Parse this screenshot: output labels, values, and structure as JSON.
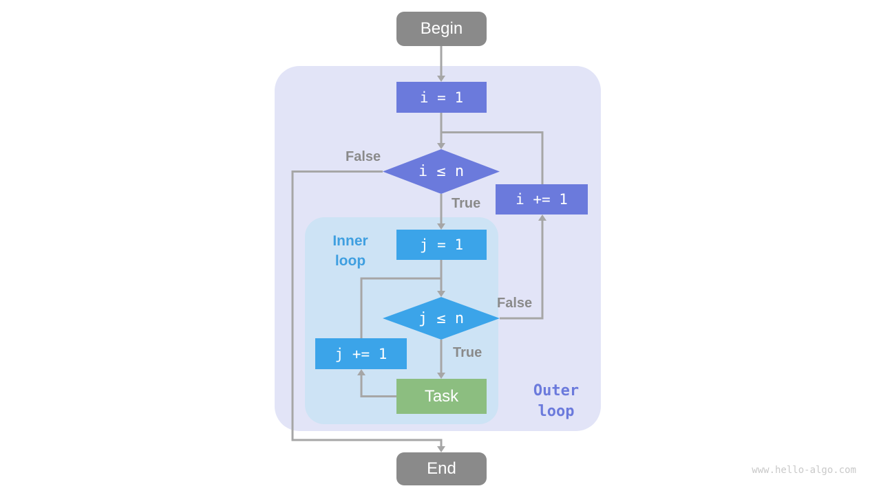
{
  "flowchart": {
    "nodes": {
      "begin": {
        "label": "Begin"
      },
      "init_i": {
        "label": "i = 1"
      },
      "cond_i": {
        "label": "i ≤ n"
      },
      "incr_i": {
        "label": "i += 1"
      },
      "init_j": {
        "label": "j = 1"
      },
      "cond_j": {
        "label": "j ≤ n"
      },
      "incr_j": {
        "label": "j += 1"
      },
      "task": {
        "label": "Task"
      },
      "end": {
        "label": "End"
      }
    },
    "regions": {
      "outer": {
        "label": "Outer loop"
      },
      "inner": {
        "label": "Inner loop"
      }
    },
    "edge_labels": {
      "cond_i_false": "False",
      "cond_i_true": "True",
      "cond_j_false": "False",
      "cond_j_true": "True"
    }
  },
  "colors": {
    "terminal_node": "#8a8a8a",
    "outer_loop_node": "#6b7adc",
    "inner_loop_node": "#3ba4e9",
    "task_node": "#8cbe80",
    "outer_region_bg": "#e2e4f7",
    "inner_region_bg": "#cde3f5",
    "edge": "#a6a6a6",
    "edge_label": "#8a8a8a",
    "inner_region_label": "#3f9fe0",
    "outer_region_label": "#6b7adc",
    "watermark": "#c9c9c9"
  },
  "watermark": "www.hello-algo.com"
}
